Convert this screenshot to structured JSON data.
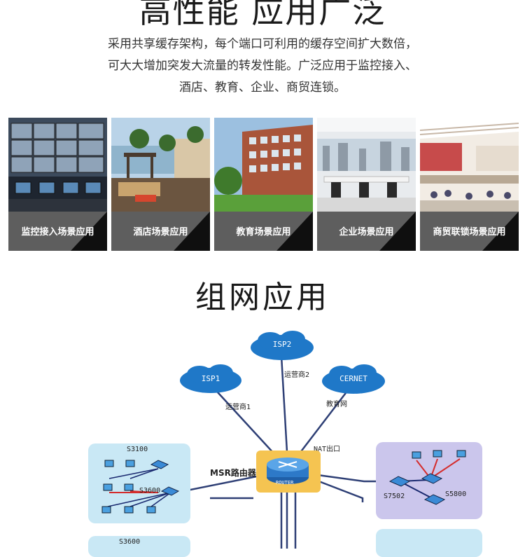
{
  "hero": {
    "title": "高性能 应用广泛",
    "desc_line1": "采用共享缓存架构，每个端口可利用的缓存空间扩大数倍，",
    "desc_line2": "可大大增加突发大流量的转发性能。广泛应用于监控接入、",
    "desc_line3": "酒店、教育、企业、商贸连锁。"
  },
  "cards": [
    {
      "label": "监控接入场景应用",
      "icon": "surveillance-room-photo"
    },
    {
      "label": "酒店场景应用",
      "icon": "hotel-terrace-photo"
    },
    {
      "label": "教育场景应用",
      "icon": "school-building-photo"
    },
    {
      "label": "企业场景应用",
      "icon": "office-photo"
    },
    {
      "label": "商贸联锁场景应用",
      "icon": "shopping-mall-photo"
    }
  ],
  "network": {
    "title": "组网应用",
    "clouds": {
      "isp1": "ISP1",
      "isp2": "ISP2",
      "cernet": "CERNET"
    },
    "links": {
      "isp1": "运营商1",
      "isp2": "运营商2",
      "cernet": "教育网"
    },
    "nat": "NAT出口",
    "router": "MSR路由器",
    "router_badge": "ROUTER",
    "left_top_switch": "S3100",
    "left_mid_switch": "S3600",
    "left_bottom_switch": "S3600",
    "right_core_switch": "S7502",
    "right_edge_switch": "S5800"
  }
}
